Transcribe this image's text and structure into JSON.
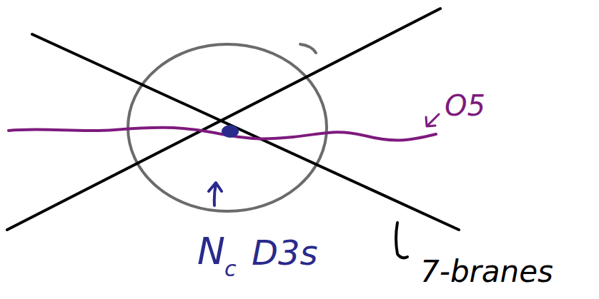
{
  "diagram": {
    "labels": [
      "O5",
      "N",
      "c",
      "D3s",
      "7-branes"
    ]
  }
}
